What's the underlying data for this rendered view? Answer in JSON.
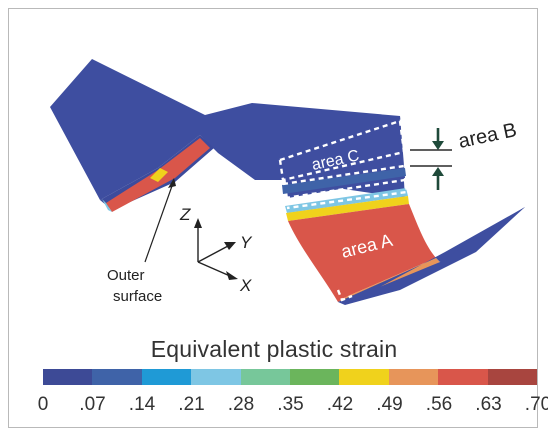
{
  "labels": {
    "area_a": "area A",
    "area_b": "area B",
    "area_c": "area C",
    "outer_surface_line1": "Outer",
    "outer_surface_line2": "surface",
    "axis_z": "Z",
    "axis_y": "Y",
    "axis_x": "X"
  },
  "legend": {
    "title": "Equivalent plastic strain",
    "ticks": [
      "0",
      ".07",
      ".14",
      ".21",
      ".28",
      ".35",
      ".42",
      ".49",
      ".56",
      ".63",
      ".70"
    ],
    "colors": [
      "#3d4a96",
      "#3f63a8",
      "#1f9ad6",
      "#7ec6e4",
      "#77c79a",
      "#6bb55c",
      "#f0d21c",
      "#e7955a",
      "#d9564a",
      "#a8453f"
    ]
  },
  "colors": {
    "sheet_main": "#3e4ea0",
    "area_a": "#d9564a",
    "highlight_yellow": "#f0d21c",
    "dashed": "#ffffff"
  }
}
